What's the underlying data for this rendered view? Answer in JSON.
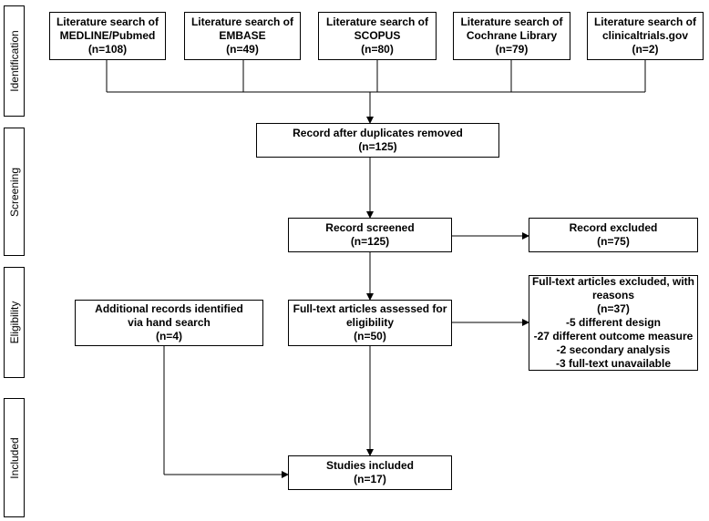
{
  "stages": {
    "identification": "Identification",
    "screening": "Screening",
    "eligibility": "Eligibility",
    "included": "Included"
  },
  "sources": [
    {
      "line1": "Literature search of",
      "line2": "MEDLINE/Pubmed",
      "count": "(n=108)"
    },
    {
      "line1": "Literature search of",
      "line2": "EMBASE",
      "count": "(n=49)"
    },
    {
      "line1": "Literature search of",
      "line2": "SCOPUS",
      "count": "(n=80)"
    },
    {
      "line1": "Literature search of",
      "line2": "Cochrane Library",
      "count": "(n=79)"
    },
    {
      "line1": "Literature search of",
      "line2": "clinicaltrials.gov",
      "count": "(n=2)"
    }
  ],
  "duplicates_removed": {
    "label": "Record after duplicates removed",
    "count": "(n=125)"
  },
  "screened": {
    "label": "Record screened",
    "count": "(n=125)"
  },
  "excluded": {
    "label": "Record excluded",
    "count": "(n=75)"
  },
  "additional": {
    "line1": "Additional records identified",
    "line2": "via hand search",
    "count": "(n=4)"
  },
  "fulltext": {
    "line1": "Full-text articles assessed for",
    "line2": "eligibility",
    "count": "(n=50)"
  },
  "fulltext_excluded": {
    "line1": "Full-text articles excluded, with",
    "line2": "reasons",
    "count": "(n=37)",
    "reasons": [
      "-5 different design",
      "-27 different outcome measure",
      "-2 secondary analysis",
      "-3 full-text unavailable"
    ]
  },
  "included": {
    "label": "Studies included",
    "count": "(n=17)"
  }
}
